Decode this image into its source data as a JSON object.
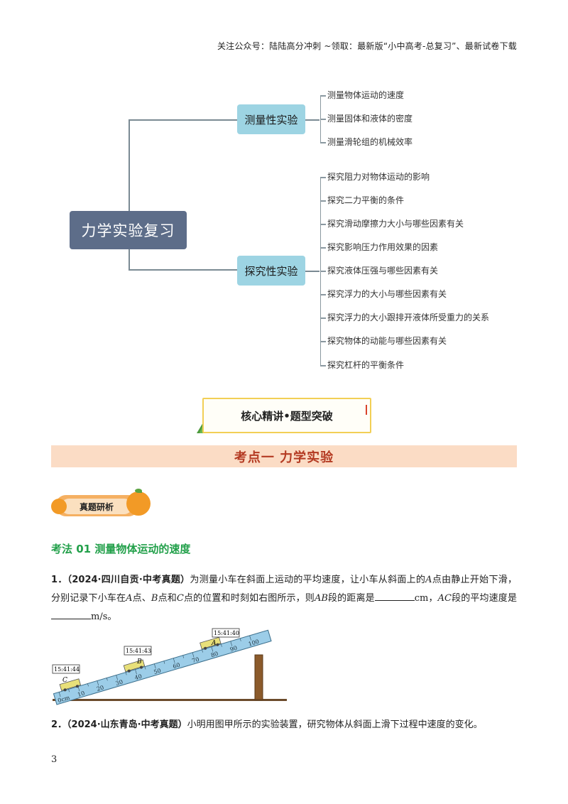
{
  "header": {
    "text": "关注公众号：陆陆高分冲刺  ~领取：最新版“小中高考-总复习”、最新试卷下载"
  },
  "mindmap": {
    "root": "力学实验复习",
    "branches": [
      {
        "label": "测量性实验",
        "leaves": [
          "测量物体运动的速度",
          "测量固体和液体的密度",
          "测量滑轮组的机械效率"
        ]
      },
      {
        "label": "探究性实验",
        "leaves": [
          "探究阻力对物体运动的影响",
          "探究二力平衡的条件",
          "探究滑动摩擦力大小与哪些因素有关",
          "探究影响压力作用效果的因素",
          "探究液体压强与哪些因素有关",
          "探究浮力的大小与哪些因素有关",
          "探究浮力的大小跟排开液体所受重力的关系",
          "探究物体的动能与哪些因素有关",
          "探究杠杆的平衡条件"
        ]
      }
    ]
  },
  "banner": "核心精讲•题型突破",
  "section": "考点一    力学实验",
  "tag": "真题研析",
  "method": "考法 01  测量物体运动的速度",
  "q1": {
    "number": "1．",
    "source": "（2024·四川自贡·中考真题）",
    "line1": "为测量小车在斜面上运动的平均速度，让小车从斜面上的",
    "pointA": "A",
    "line1b": "点由静止开始",
    "line2a": "下滑，分别记录下小车在",
    "line2b": "点、",
    "pointB": "B",
    "line2c": "点和",
    "pointC": "C",
    "line2d": "点的位置和时刻如右图所示，则",
    "seg": "AB",
    "line2e": "段的距离是",
    "unit_cm": "cm，",
    "seg2": "AC",
    "line3a": "段的平均速度是",
    "unit_ms": "m/s。"
  },
  "figure": {
    "time_a": "15:41:40",
    "time_b": "15:41:43",
    "time_c": "15:41:44",
    "label_a": "A",
    "label_b": "B",
    "label_c": "C",
    "ticks": [
      "0cm",
      "10",
      "20",
      "30",
      "40",
      "50",
      "60",
      "70",
      "80",
      "90",
      "100"
    ]
  },
  "q2": {
    "number": "2．",
    "source": "（2024·山东青岛·中考真题）",
    "text": "小明用图甲所示的实验装置，研究物体从斜面上滑下过程中速度的变化。"
  },
  "page_number": "3"
}
